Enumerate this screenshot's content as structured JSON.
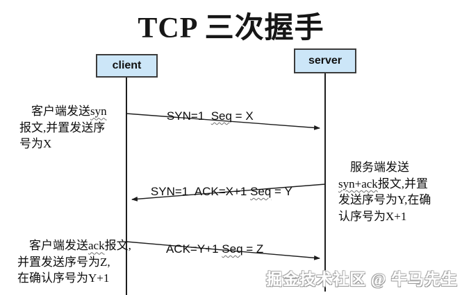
{
  "title": "TCP 三次握手",
  "actors": {
    "client": "client",
    "server": "server"
  },
  "messages": [
    {
      "id": "syn",
      "pre": "SYN=1  ",
      "wavy": "Seq",
      "post": " = X"
    },
    {
      "id": "syn_ack",
      "pre": "SYN=1  ACK=X+1 ",
      "wavy": "Seq",
      "post": " = Y"
    },
    {
      "id": "ack",
      "pre": "ACK=Y+1 ",
      "wavy": "Seq",
      "post": " = Z"
    }
  ],
  "annotations": [
    {
      "id": "client-syn",
      "pre": "客户端发送",
      "wavy": "syn",
      "post": "\n报文,并置发送序\n号为X"
    },
    {
      "id": "server-syn-ack",
      "pre": "服务端发送\n",
      "wavy": "syn+ack",
      "post": "报文,并置\n发送序号为Y,在确\n认序号为X+1"
    },
    {
      "id": "client-ack",
      "pre": "客户端发送",
      "wavy": "ack",
      "post": "报文,\n并置发送序号为Z,\n在确认序号为Y+1"
    }
  ],
  "watermark": "掘金技术社区 @ 牛马先生",
  "colors": {
    "actor_fill": "#cce6f8",
    "actor_border": "#3b3b3b",
    "line": "#1d1d1d",
    "background": "#ffffff",
    "watermark_text": "#ffffff"
  }
}
